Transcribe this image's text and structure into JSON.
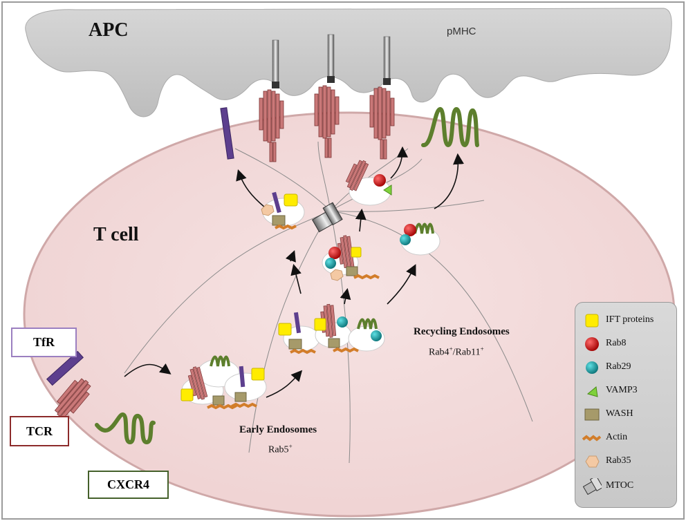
{
  "labels": {
    "apc": "APC",
    "tcell": "T cell",
    "pmhc": "pMHC",
    "recycling_title": "Recycling Endosomes",
    "recycling_sub_a": "Rab4",
    "recycling_sub_a_sup": "+",
    "recycling_sub_b": "/Rab11",
    "recycling_sub_b_sup": "+",
    "early_title": "Early Endosomes",
    "early_sub": "Rab5",
    "early_sub_sup": "+"
  },
  "receptors": {
    "tfr": "TfR",
    "tcr": "TCR",
    "cxcr4": "CXCR4"
  },
  "legend": [
    {
      "label": "IFT proteins",
      "icon": "ift-protein-icon",
      "color": "#ffec00"
    },
    {
      "label": "Rab8",
      "icon": "rab8-icon",
      "color": "#d01010"
    },
    {
      "label": "Rab29",
      "icon": "rab29-icon",
      "color": "#13a3a8"
    },
    {
      "label": "VAMP3",
      "icon": "vamp3-icon",
      "color": "#7fd13b"
    },
    {
      "label": "WASH",
      "icon": "wash-icon",
      "color": "#a69a6a"
    },
    {
      "label": "Actin",
      "icon": "actin-icon",
      "color": "#d27d2a"
    },
    {
      "label": "Rab35",
      "icon": "rab35-icon",
      "color": "#f4c9a3"
    },
    {
      "label": "MTOC",
      "icon": "mtoc-icon",
      "color": "#8a8a8a"
    }
  ],
  "colors": {
    "apc": "#c8c8c8",
    "tcell": "#f4dcdc",
    "tcr": "#c97878",
    "tfr": "#5d3f8e",
    "cxcr4": "#5d7f2d",
    "border": "#999999"
  }
}
